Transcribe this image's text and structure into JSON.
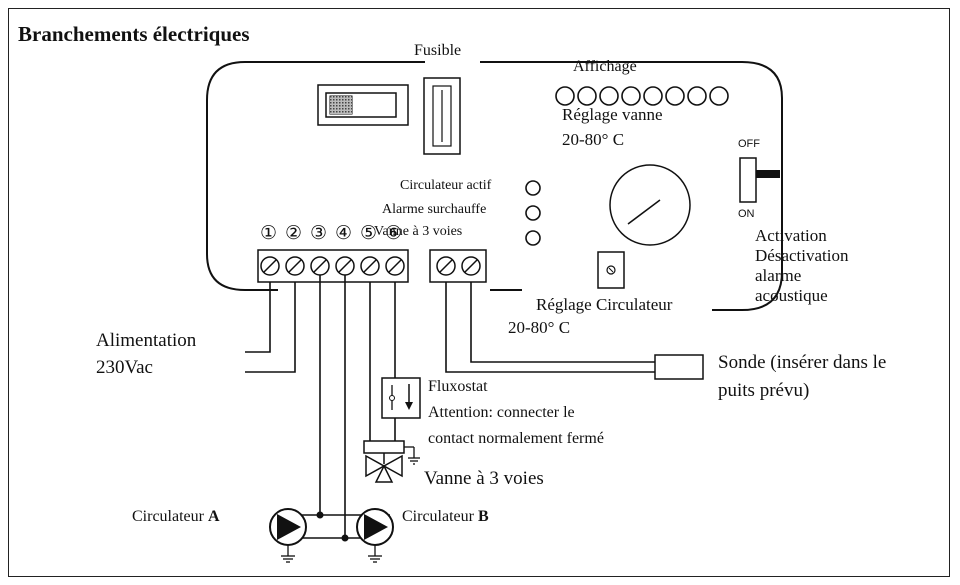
{
  "title": "Branchements électriques",
  "labels": {
    "fuse": "Fusible",
    "display": "Affichage",
    "valve_setting": "Réglage vanne",
    "valve_range": "20-80° C",
    "off": "OFF",
    "on": "ON",
    "led_circulator": "Circulateur actif",
    "led_overheat": "Alarme surchauffe",
    "led_valve": "Vanne à 3 voies",
    "alarm_line1": "Activation",
    "alarm_line2": "Désactivation",
    "alarm_line3": "alarme",
    "alarm_line4": "acoustique",
    "circ_setting": "Réglage Circulateur",
    "circ_range": "20-80° C",
    "power_line1": "Alimentation",
    "power_line2": "230Vac",
    "probe_line1": "Sonde (insérer dans le",
    "probe_line2": "puits prévu)",
    "flow_line1": "Fluxostat",
    "flow_line2": "Attention: connecter le",
    "flow_line3": "contact normalement fermé",
    "three_way_valve": "Vanne à 3 voies",
    "circ_a_prefix": "Circulateur ",
    "circ_a_letter": "A",
    "circ_b_prefix": "Circulateur ",
    "circ_b_letter": "B"
  },
  "terminals": [
    "①",
    "②",
    "③",
    "④",
    "⑤",
    "⑥"
  ]
}
